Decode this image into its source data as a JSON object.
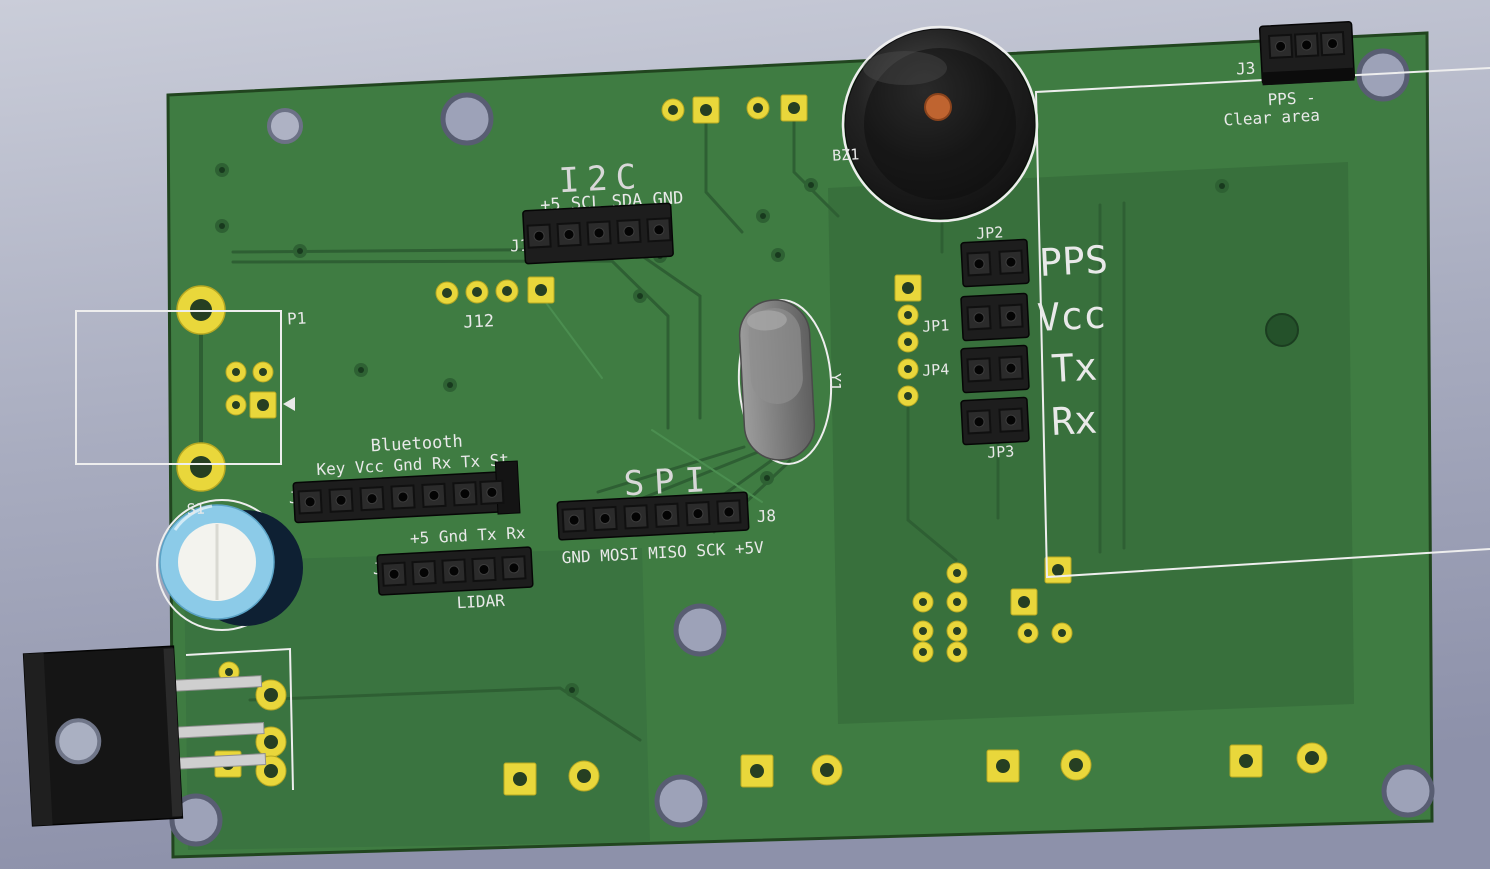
{
  "scene": {
    "background_top": "#cacdd9",
    "background_bottom": "#8d91aa",
    "board_color": "#3f7c42",
    "pour_color": "#38703c",
    "silkscreen_color": "#e9e9e9",
    "pad_color": "#e9d73b",
    "capacitor_color": "#8ccbe8",
    "buzzer_dot_color": "#bf6430"
  },
  "silkscreen": {
    "i2c": {
      "title": "I2C",
      "pins": "+5 SCL SDA GND",
      "ref": "J1"
    },
    "j12": {
      "ref": "J12"
    },
    "p1": {
      "ref": "P1"
    },
    "buzzer": {
      "ref": "BZ1"
    },
    "jumpers": {
      "jp1": "JP1",
      "jp2": "JP2",
      "jp3": "JP3",
      "jp4": "JP4",
      "pps": "PPS",
      "vcc": "Vcc",
      "tx": "Tx",
      "rx": "Rx"
    },
    "j3": {
      "ref": "J3",
      "note_line1": "PPS -",
      "note_line2": "Clear area"
    },
    "bluetooth": {
      "title": "Bluetooth",
      "pins": "Key Vcc Gnd Rx Tx St",
      "ref": "J"
    },
    "spi": {
      "title": "SPI",
      "ref": "J8",
      "pins": "GND MOSI MISO SCK +5V"
    },
    "lidar": {
      "title": "LIDAR",
      "pins": "+5 Gnd Tx Rx",
      "ref": "J"
    },
    "crystal": {
      "ref": "Y1"
    },
    "cap": {
      "ref": "S1"
    }
  }
}
